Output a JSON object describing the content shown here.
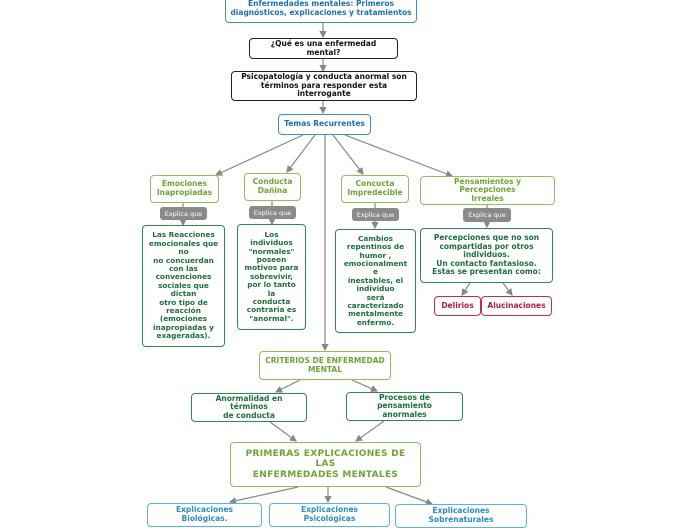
{
  "nodes": {
    "title": "Enfermedades mentales: Primeros\ndiagnósticos, explicaciones y tratamientos",
    "que_es": "¿Qué es una enfermedad mental?",
    "psicopatologia": "Psicopatología y conducta anormal son\ntérminos para responder esta interrogante",
    "temas": "Temas Recurrentes",
    "emociones": "Emociones\nInapropiadas",
    "conducta_danina": "Conducta\nDañina",
    "conducta_impredecible": "Concucta\nImpredecible",
    "pensamientos": "Pensamientos y Percepciones\nIrreales",
    "emociones_desc": "Las Reacciones\nemocionales que\nno\nno concuerdan\ncon las\nconvenciones\nsociales que\ndictan\notro tipo de\nreacción\n(emociones\ninapropiadas y\nexageradas).",
    "danina_desc": "Los\nindividuos\n\"normales\"\nposeen\nmotivos para\nsobrevivir,\npor lo tanto\nla\nconducta\ncontraria es\n\"anormal\".",
    "impredecible_desc": "Cambios\nrepentinos de\nhumor ,\nemocionalment\ne\ninestables, el\nindividuo\nserá\ncaracterizado\nmentalmente\nenfermo.",
    "pensamientos_desc": "Percepciones que no son\ncompartidas por otros\nindividuos.\nUn contacto fantasioso.\nEstas se presentan como:",
    "delirios": "Delirios",
    "alucinaciones": "Alucinaciones",
    "criterios": "CRITERIOS DE ENFERMEDAD\nMENTAL",
    "anormalidad": "Anormalidad en términos\nde conducta",
    "procesos": "Procesos de pensamiento\nanormales",
    "primeras": "PRIMERAS EXPLICACIONES DE\nLAS\nENFERMEDADES MENTALES",
    "biologicas": "Explicaciones Biológicas.",
    "psicologicas": "Explicaciones Psicológicas",
    "sobrenaturales": "Explicaciones Sobrenaturales"
  },
  "tags": {
    "t1": "Explica que",
    "t2": "Explica que",
    "t3": "Explica que",
    "t4": "Explica que"
  },
  "colors": {
    "line": "#888888",
    "blue": "#3a8fd6",
    "light_green": "#8fc05a",
    "dark_green": "#2e8a52",
    "red": "#c0304a"
  }
}
